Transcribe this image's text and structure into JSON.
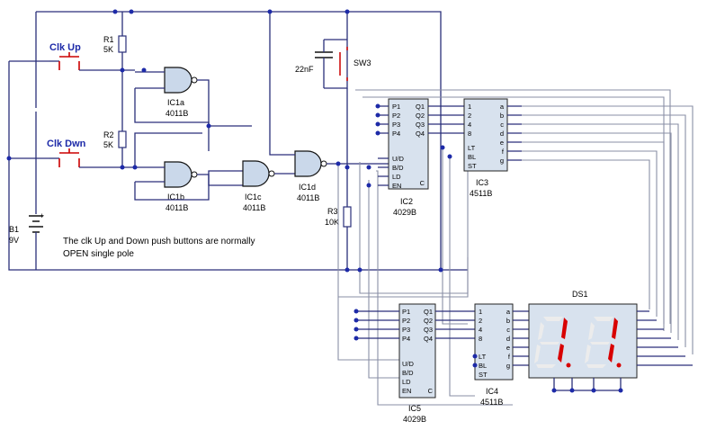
{
  "labels": {
    "r1": "R1",
    "r1v": "5K",
    "r2": "R2",
    "r2v": "5K",
    "r3": "R3",
    "r3v": "10K",
    "cap": "22nF",
    "sw3": "SW3",
    "b1": "B1",
    "b1v": "9V",
    "clk_up": "Clk Up",
    "clk_dwn": "Clk Dwn",
    "ic1a": "IC1a",
    "ic1a_t": "4011B",
    "ic1b": "IC1b",
    "ic1b_t": "4011B",
    "ic1c": "IC1c",
    "ic1c_t": "4011B",
    "ic1d": "IC1d",
    "ic1d_t": "4011B",
    "ic2": "IC2",
    "ic2_t": "4029B",
    "ic3": "IC3",
    "ic3_t": "4511B",
    "ic4": "IC4",
    "ic4_t": "4511B",
    "ic5": "IC5",
    "ic5_t": "4029B",
    "ds1": "DS1",
    "note1": "The clk Up and Down push buttons are normally",
    "note2": "OPEN single pole"
  },
  "pins_4029_left": [
    "P1",
    "P2",
    "P3",
    "P4",
    "U/D",
    "B/D",
    "LD",
    "EN"
  ],
  "pins_4029_right": [
    "Q1",
    "Q2",
    "Q3",
    "Q4",
    "C"
  ],
  "pins_4511_left": [
    "1",
    "2",
    "4",
    "8",
    "LT",
    "BL",
    "ST"
  ],
  "pins_4511_right": [
    "a",
    "b",
    "c",
    "d",
    "e",
    "f",
    "g"
  ],
  "display_digits": [
    "1.",
    "1."
  ]
}
